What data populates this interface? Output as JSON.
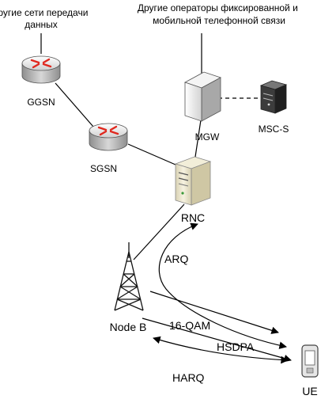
{
  "texts": {
    "other_data_networks": [
      "Другие сети передачи",
      "данных"
    ],
    "other_operators": [
      "Другие операторы фиксированной и",
      "мобильной телефонной связи"
    ],
    "ggsn": "GGSN",
    "sgsn": "SGSN",
    "mgw": "MGW",
    "msc_s": "MSC-S",
    "rnc": "RNC",
    "node_b": "Node B",
    "ue": "UE",
    "arq": "ARQ",
    "qam": "16-QAM",
    "hsdpa": "HSDPA",
    "harq": "HARQ"
  },
  "icons": {
    "ggsn": "router-icon",
    "sgsn": "router-icon",
    "mgw": "media-gateway-icon",
    "msc_s": "server-icon",
    "rnc": "server-icon",
    "node_b": "radio-tower-icon",
    "ue": "mobile-phone-icon"
  },
  "colors": {
    "line": "#000000",
    "router_body": "#c8c8c8",
    "router_accent": "#e0281e",
    "server_body": "#f3eed8",
    "mgw_body": "#e8e8e8",
    "msc_body": "#2f2f2f"
  }
}
